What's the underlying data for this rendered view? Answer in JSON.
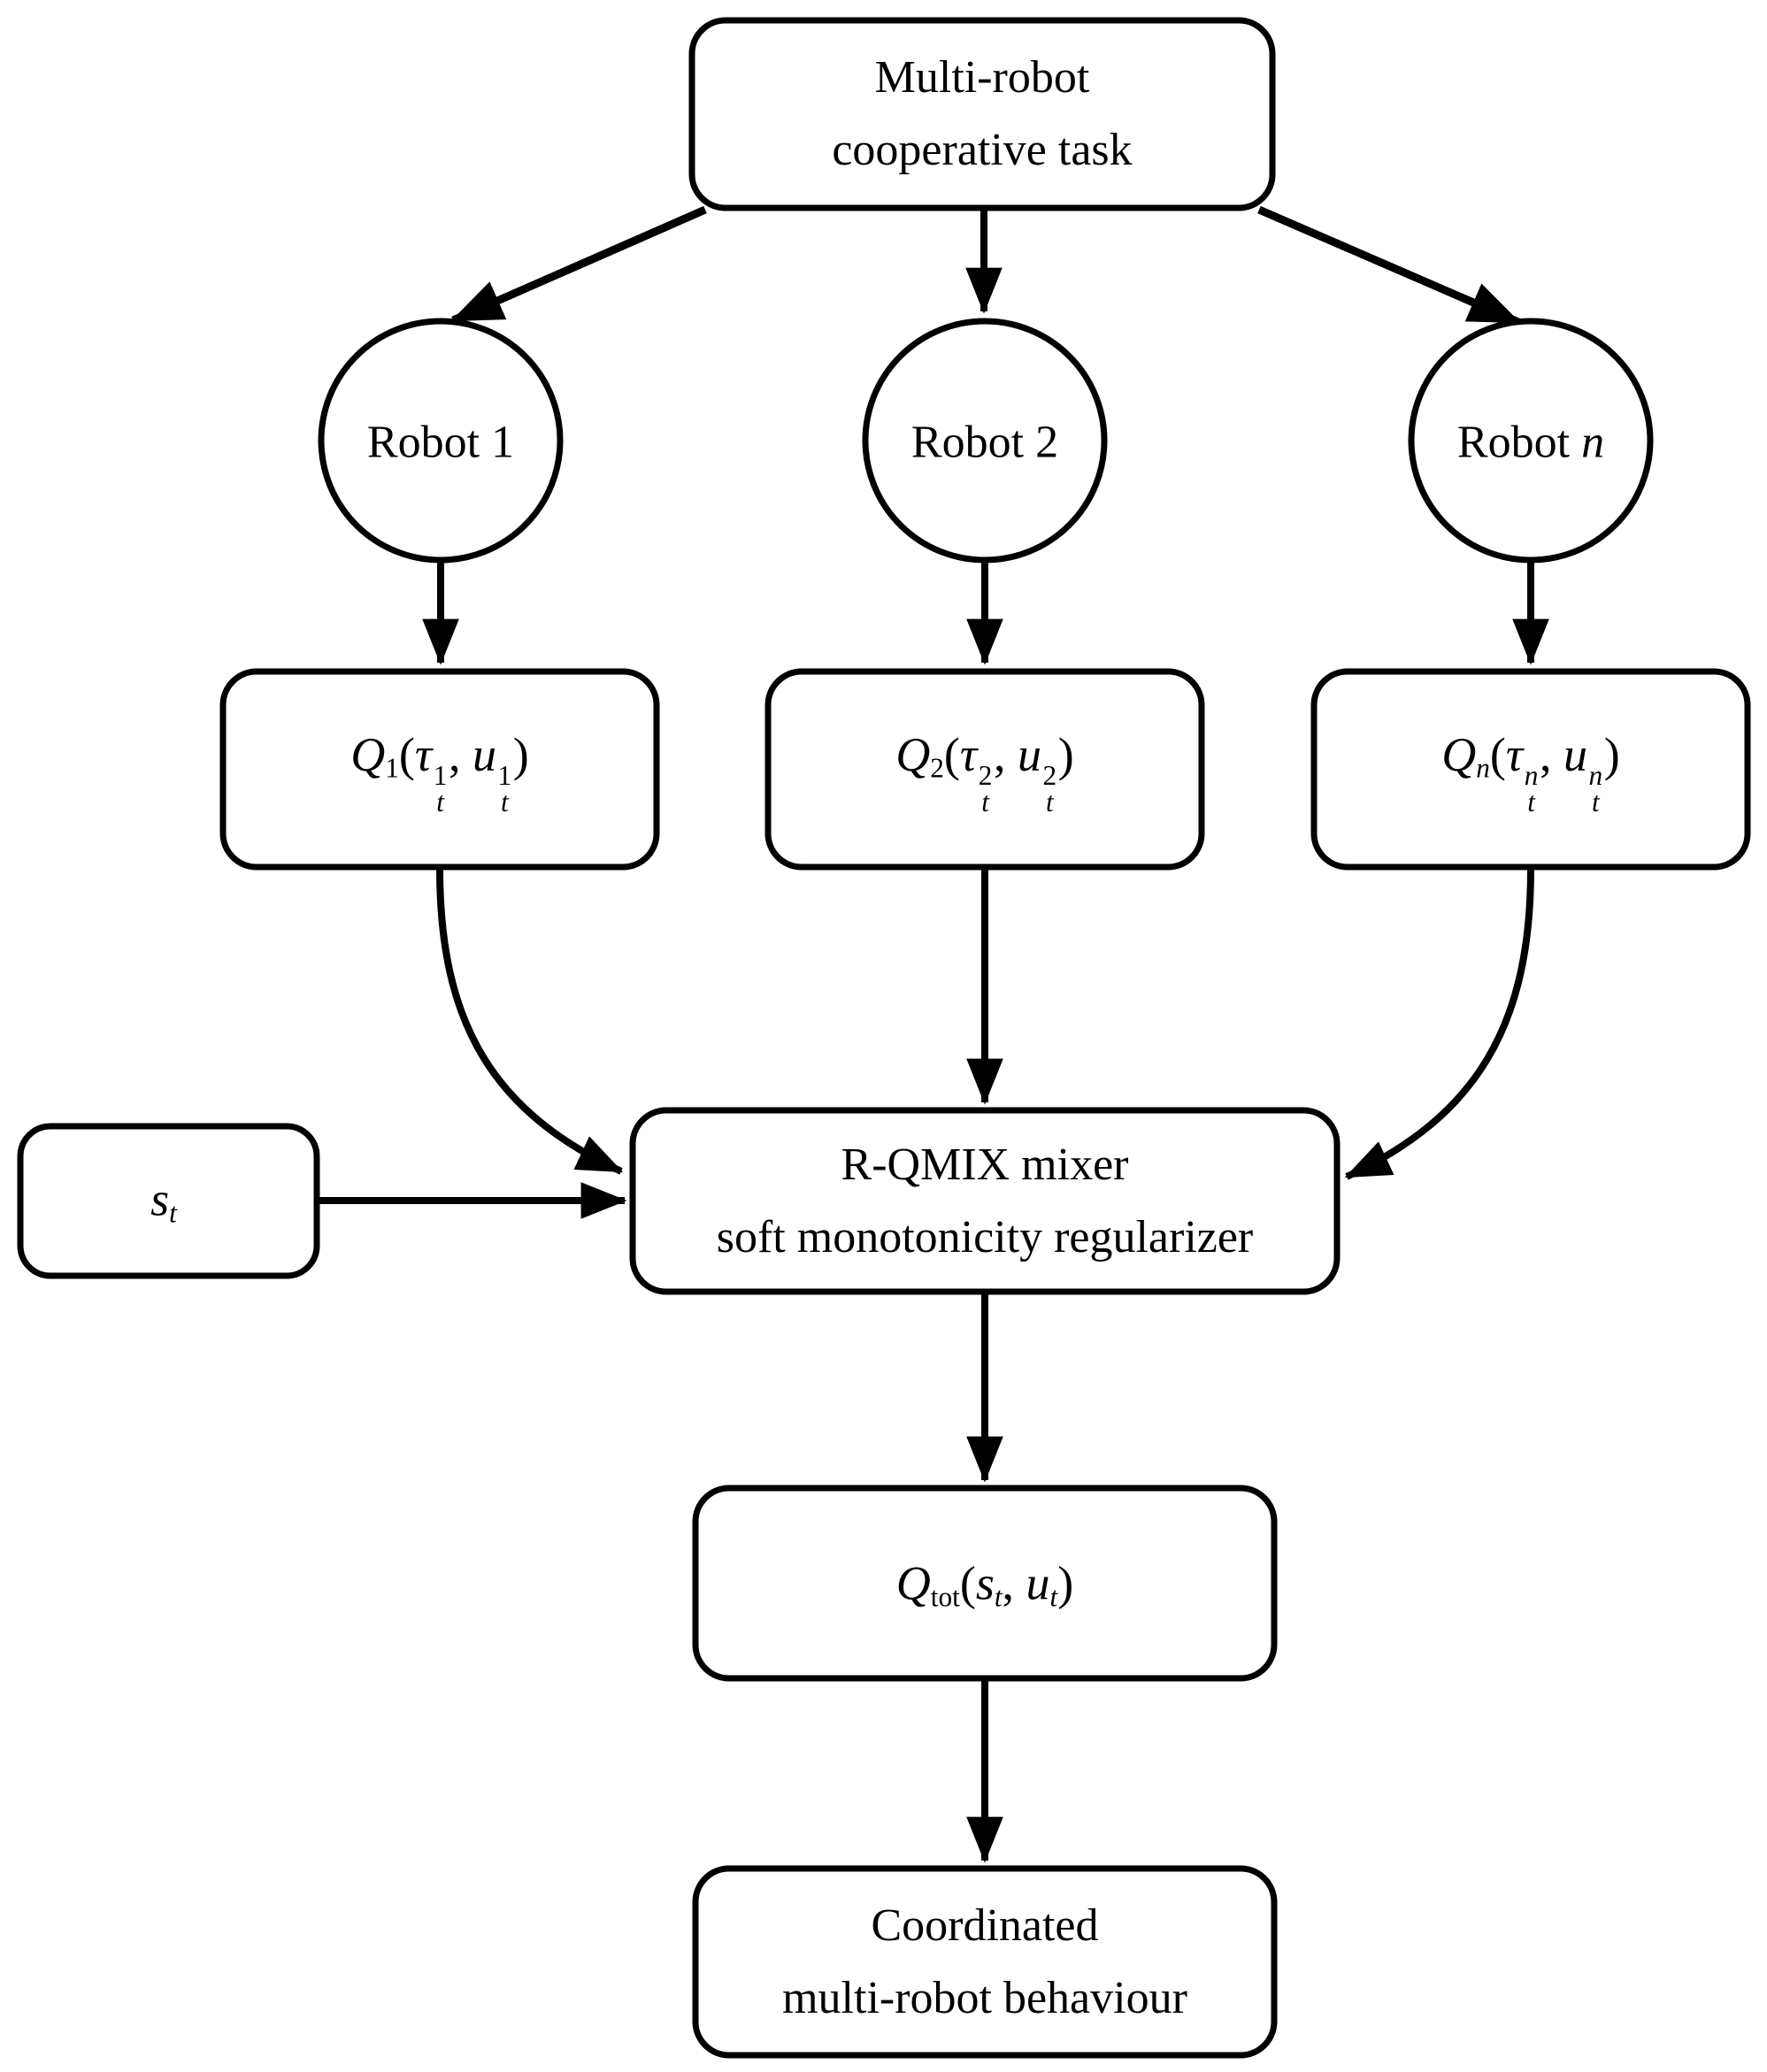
{
  "diagram": {
    "background_color": "#ffffff",
    "line_color": "#000000",
    "nodes": {
      "task": {
        "line1": "Multi-robot",
        "line2": "cooperative task"
      },
      "robot1": {
        "prefix": "Robot",
        "index": "1"
      },
      "robot2": {
        "prefix": "Robot",
        "index": "2"
      },
      "robotn": {
        "prefix": "Robot",
        "index": "n"
      },
      "q1": {
        "q": "Q",
        "qsub": "1",
        "open": "(",
        "tau": "τ",
        "tausup": "1",
        "tausub": "t",
        "comma": ",",
        "u": "u",
        "usup": "1",
        "usub": "t",
        "close": ")"
      },
      "q2": {
        "q": "Q",
        "qsub": "2",
        "open": "(",
        "tau": "τ",
        "tausup": "2",
        "tausub": "t",
        "comma": ",",
        "u": "u",
        "usup": "2",
        "usub": "t",
        "close": ")"
      },
      "qn": {
        "q": "Q",
        "qsub": "n",
        "open": "(",
        "tau": "τ",
        "tausup": "n",
        "tausub": "t",
        "comma": ",",
        "u": "u",
        "usup": "n",
        "usub": "t",
        "close": ")"
      },
      "state": {
        "s": "s",
        "ssub": "t"
      },
      "mixer": {
        "line1": "R-QMIX mixer",
        "line2": "soft monotonicity regularizer"
      },
      "qtot": {
        "q": "Q",
        "qsub": "tot",
        "open": "(",
        "s": "s",
        "ssub": "t",
        "comma": ",",
        "u": "u",
        "usub": "t",
        "close": ")"
      },
      "output": {
        "line1": "Coordinated",
        "line2": "multi-robot behaviour"
      }
    },
    "edges": [
      {
        "from": "multi-robot-cooperative-task",
        "to": "robot-1"
      },
      {
        "from": "multi-robot-cooperative-task",
        "to": "robot-2"
      },
      {
        "from": "multi-robot-cooperative-task",
        "to": "robot-n"
      },
      {
        "from": "robot-1",
        "to": "q1-utility"
      },
      {
        "from": "robot-2",
        "to": "q2-utility"
      },
      {
        "from": "robot-n",
        "to": "qn-utility"
      },
      {
        "from": "q1-utility",
        "to": "rqmix-mixer"
      },
      {
        "from": "q2-utility",
        "to": "rqmix-mixer"
      },
      {
        "from": "qn-utility",
        "to": "rqmix-mixer"
      },
      {
        "from": "state-st",
        "to": "rqmix-mixer"
      },
      {
        "from": "rqmix-mixer",
        "to": "qtot"
      },
      {
        "from": "qtot",
        "to": "coordinated-multi-robot-behaviour"
      }
    ]
  }
}
